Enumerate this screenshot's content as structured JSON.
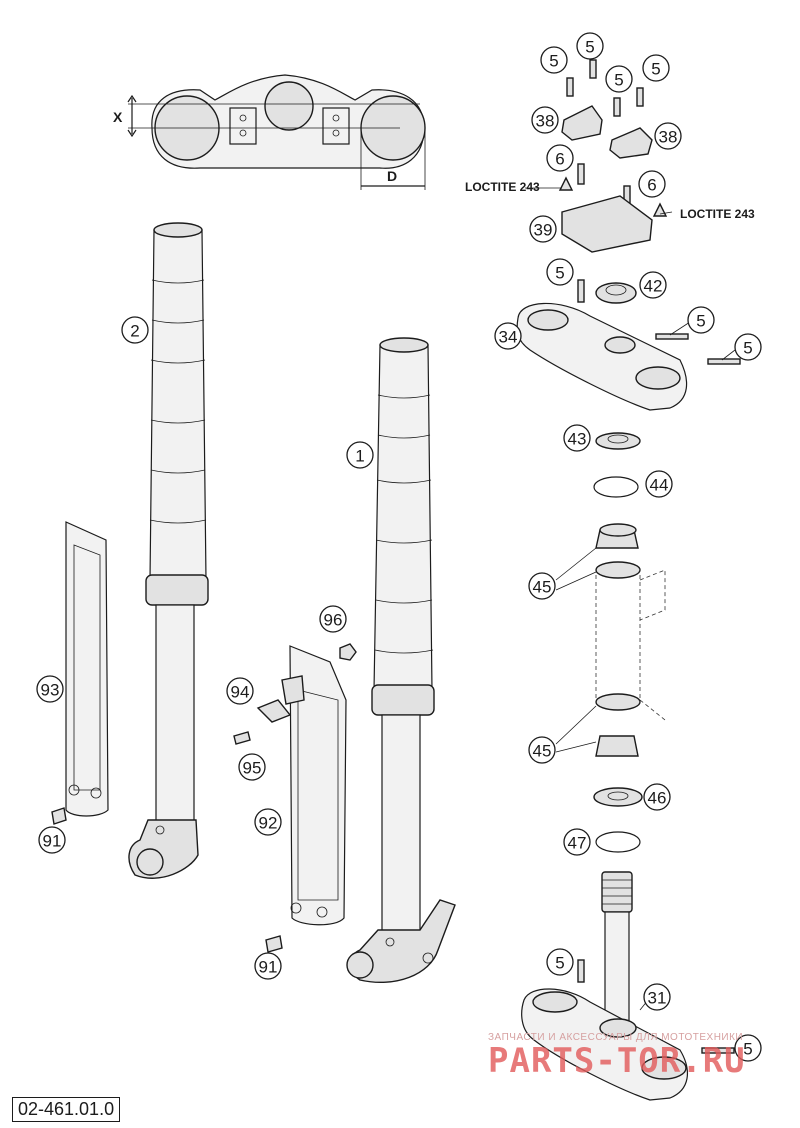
{
  "drawing_number": "02-461.01.0",
  "watermark": {
    "tagline": "ЗАПЧАСТИ И АКСЕССУАРЫ ДЛЯ МОТОТЕХНИКИ",
    "brand": "PARTS-TOR.RU"
  },
  "dimension_labels": {
    "x": "X",
    "d": "D"
  },
  "notes": [
    {
      "id": "loctite-left",
      "text": "LOCTITE 243"
    },
    {
      "id": "loctite-right",
      "text": "LOCTITE 243"
    }
  ],
  "callouts": [
    {
      "id": "c-5-a",
      "label": "5"
    },
    {
      "id": "c-5-b",
      "label": "5"
    },
    {
      "id": "c-5-c",
      "label": "5"
    },
    {
      "id": "c-5-d",
      "label": "5"
    },
    {
      "id": "c-38-a",
      "label": "38"
    },
    {
      "id": "c-38-b",
      "label": "38"
    },
    {
      "id": "c-6-a",
      "label": "6"
    },
    {
      "id": "c-6-b",
      "label": "6"
    },
    {
      "id": "c-39",
      "label": "39"
    },
    {
      "id": "c-5-e",
      "label": "5"
    },
    {
      "id": "c-42",
      "label": "42"
    },
    {
      "id": "c-34",
      "label": "34"
    },
    {
      "id": "c-5-f",
      "label": "5"
    },
    {
      "id": "c-5-g",
      "label": "5"
    },
    {
      "id": "c-2",
      "label": "2"
    },
    {
      "id": "c-1",
      "label": "1"
    },
    {
      "id": "c-43",
      "label": "43"
    },
    {
      "id": "c-44",
      "label": "44"
    },
    {
      "id": "c-45-a",
      "label": "45"
    },
    {
      "id": "c-45-b",
      "label": "45"
    },
    {
      "id": "c-96",
      "label": "96"
    },
    {
      "id": "c-94",
      "label": "94"
    },
    {
      "id": "c-95",
      "label": "95"
    },
    {
      "id": "c-93",
      "label": "93"
    },
    {
      "id": "c-92",
      "label": "92"
    },
    {
      "id": "c-91-a",
      "label": "91"
    },
    {
      "id": "c-91-b",
      "label": "91"
    },
    {
      "id": "c-46",
      "label": "46"
    },
    {
      "id": "c-47",
      "label": "47"
    },
    {
      "id": "c-5-h",
      "label": "5"
    },
    {
      "id": "c-31",
      "label": "31"
    },
    {
      "id": "c-5-i",
      "label": "5"
    }
  ]
}
